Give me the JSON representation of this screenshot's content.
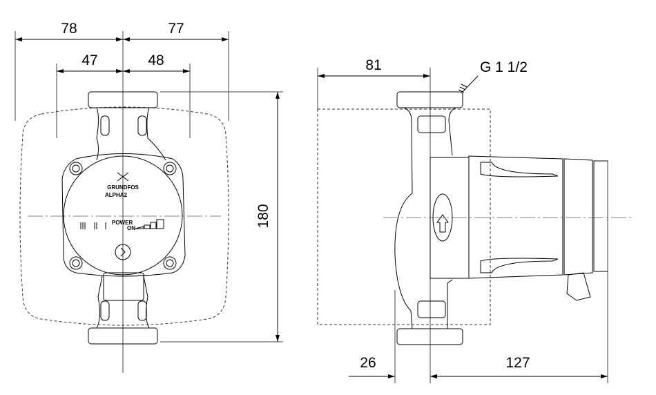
{
  "front_view": {
    "dims": {
      "left_outer": "78",
      "right_outer": "77",
      "left_inner": "47",
      "right_inner": "48",
      "height": "180"
    },
    "brand": "GRUNDFOS",
    "model": "ALPHA2",
    "power_label": "POWER",
    "on_label": "ON"
  },
  "side_view": {
    "dims": {
      "depth": "81",
      "offset": "26",
      "motor_length": "127"
    },
    "thread": "G 1 1/2"
  }
}
